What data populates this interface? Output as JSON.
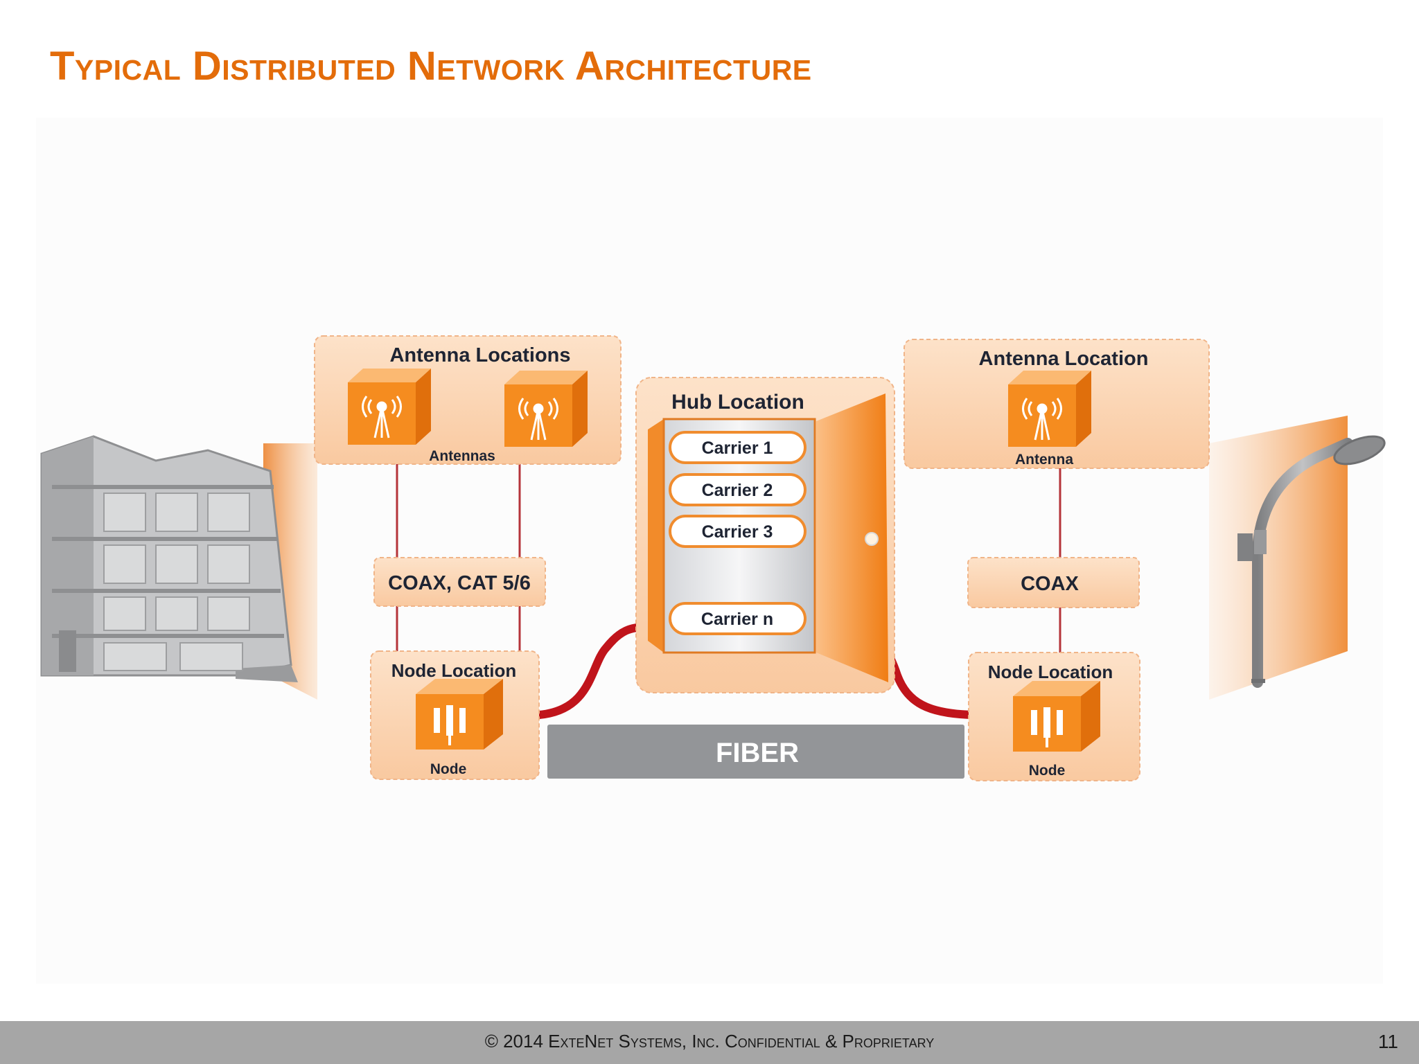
{
  "slide": {
    "title": "Typical Distributed Network Architecture",
    "footer": "© 2014 ExteNet Systems, Inc. Confidential & Proprietary",
    "page_number": "11"
  },
  "diagram": {
    "left_antenna_box": {
      "title": "Antenna Locations",
      "caption": "Antennas"
    },
    "left_cable": "COAX, CAT 5/6",
    "left_node_box": {
      "title": "Node Location",
      "caption": "Node"
    },
    "hub": {
      "title": "Hub Location",
      "carriers": [
        "Carrier 1",
        "Carrier 2",
        "Carrier 3",
        "Carrier n"
      ]
    },
    "fiber": "FIBER",
    "right_antenna_box": {
      "title": "Antenna Location",
      "caption": "Antenna"
    },
    "right_cable": "COAX",
    "right_node_box": {
      "title": "Node Location",
      "caption": "Node"
    },
    "colors": {
      "accent": "#e36c0a",
      "box_fill": "#fbd3b0",
      "fiber": "#939598",
      "cable": "#c0141b"
    },
    "icons": [
      "building-icon",
      "antenna-cube-icon",
      "node-cube-icon",
      "door-icon",
      "street-light-icon"
    ]
  }
}
